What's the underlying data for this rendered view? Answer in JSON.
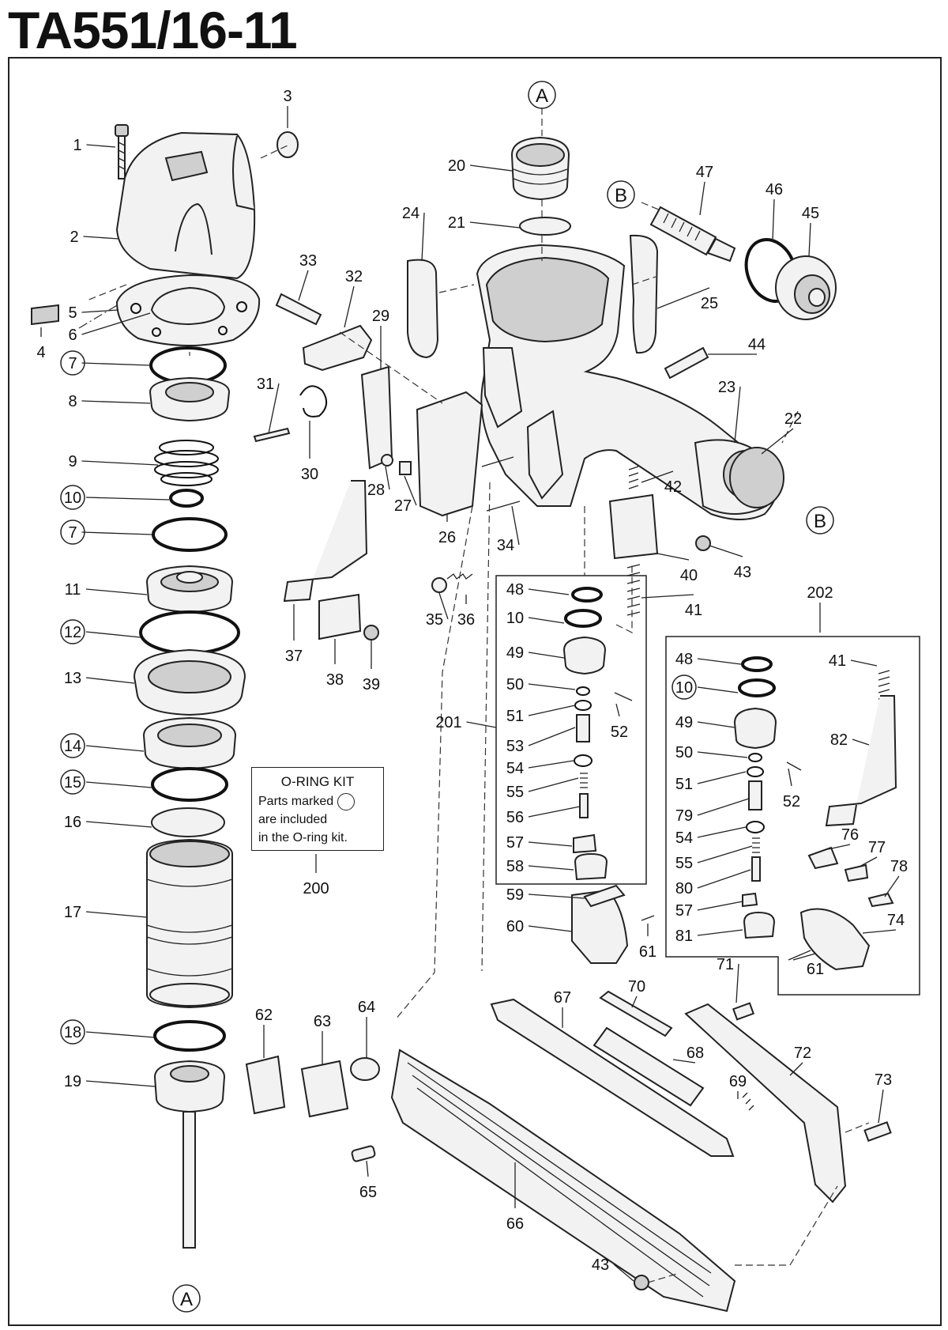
{
  "title": "TA551/16-11",
  "oring_kit": {
    "heading": "O-RING KIT",
    "line1": "Parts marked",
    "line2": "are included",
    "line3": "in the O-ring kit."
  },
  "references": [
    "A",
    "B"
  ],
  "parts": [
    "1",
    "2",
    "3",
    "4",
    "5",
    "6",
    "7",
    "8",
    "9",
    "10",
    "11",
    "12",
    "13",
    "14",
    "15",
    "16",
    "17",
    "18",
    "19",
    "20",
    "21",
    "22",
    "23",
    "24",
    "25",
    "26",
    "27",
    "28",
    "29",
    "30",
    "31",
    "32",
    "33",
    "34",
    "35",
    "36",
    "37",
    "38",
    "39",
    "40",
    "41",
    "42",
    "43",
    "44",
    "45",
    "46",
    "47",
    "48",
    "49",
    "50",
    "51",
    "52",
    "53",
    "54",
    "55",
    "56",
    "57",
    "58",
    "59",
    "60",
    "61",
    "62",
    "63",
    "64",
    "65",
    "66",
    "67",
    "68",
    "69",
    "70",
    "71",
    "72",
    "73",
    "74",
    "76",
    "77",
    "78",
    "79",
    "80",
    "81",
    "82",
    "200",
    "201",
    "202"
  ],
  "oring_kit_parts": [
    "7",
    "10",
    "12",
    "14",
    "15",
    "18"
  ]
}
